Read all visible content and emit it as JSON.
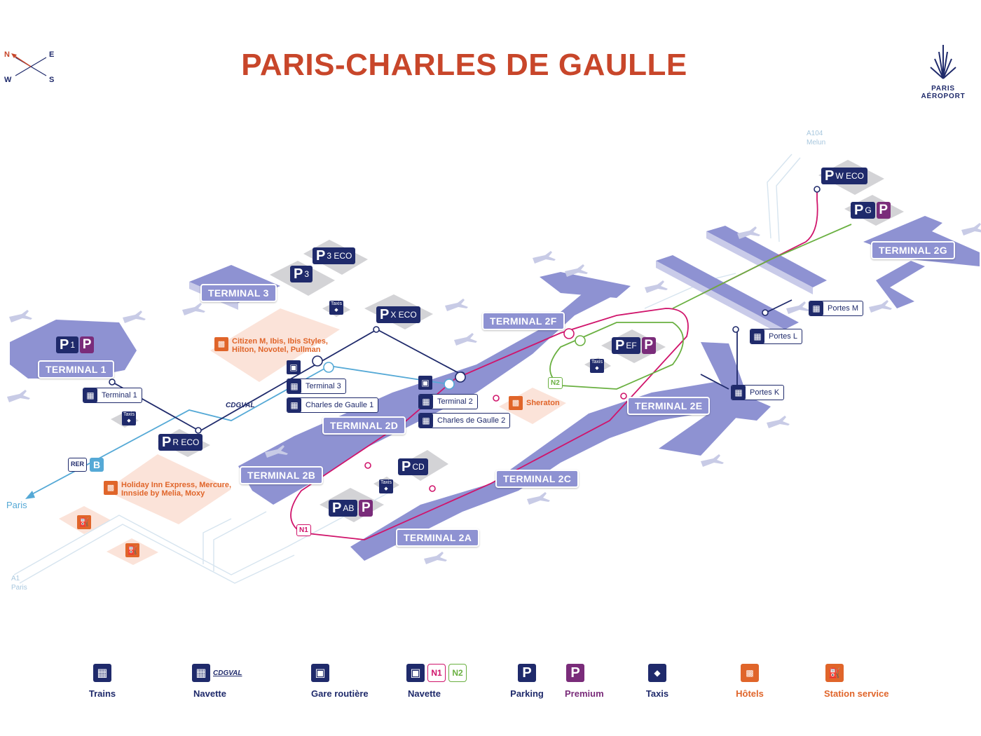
{
  "title": "PARIS-CHARLES DE GAULLE",
  "logo_text": "PARIS AÉROPORT",
  "compass": {
    "n": "N",
    "e": "E",
    "w": "W",
    "s": "S"
  },
  "terminals": {
    "t1": "TERMINAL 1",
    "t3": "TERMINAL 3",
    "t2a": "TERMINAL 2A",
    "t2b": "TERMINAL 2B",
    "t2c": "TERMINAL 2C",
    "t2d": "TERMINAL 2D",
    "t2e": "TERMINAL 2E",
    "t2f": "TERMINAL 2F",
    "t2g": "TERMINAL 2G"
  },
  "stops": {
    "terminal1": "Terminal 1",
    "terminal3": "Terminal 3",
    "cdg1": "Charles de Gaulle 1",
    "terminal2": "Terminal 2",
    "cdg2": "Charles de Gaulle 2",
    "portesM": "Portes M",
    "portesL": "Portes L",
    "portesK": "Portes K"
  },
  "parkings": {
    "p1": {
      "letter": "P",
      "sub": "1"
    },
    "p3eco": {
      "letter": "P",
      "sub": "3 ECO"
    },
    "p3": {
      "letter": "P",
      "sub": "3"
    },
    "pxeco": {
      "letter": "P",
      "sub": "X ECO"
    },
    "preco": {
      "letter": "P",
      "sub": "R ECO"
    },
    "pef": {
      "letter": "P",
      "sub": "EF"
    },
    "pcd": {
      "letter": "P",
      "sub": "CD"
    },
    "pab": {
      "letter": "P",
      "sub": "AB"
    },
    "pweco": {
      "letter": "P",
      "sub": "W ECO"
    },
    "pg": {
      "letter": "P",
      "sub": "G"
    },
    "premium": "P"
  },
  "hotels": {
    "h1_line1": "Citizen M,  Ibis, Ibis Styles,",
    "h1_line2": "Hilton, Novotel, Pullman",
    "h2_line1": "Holiday Inn Express, Mercure,",
    "h2_line2": "Innside by Melia, Moxy",
    "sheraton": "Sheraton"
  },
  "labels": {
    "cdgval": "CDGVAL",
    "rer": "RER",
    "rer_line": "B",
    "paris": "Paris",
    "a1": "A1",
    "a1_paris": "Paris",
    "a104": "A104",
    "melun": "Melun",
    "n1": "N1",
    "n2": "N2",
    "taxis": "Taxis"
  },
  "legend": {
    "trains": "Trains",
    "navette_cdgval": "Navette",
    "cdgval": "CDGVAL",
    "gare": "Gare routière",
    "navette": "Navette",
    "n1": "N1",
    "n2": "N2",
    "parking": "Parking",
    "premium": "Premium",
    "taxis": "Taxis",
    "hotels": "Hôtels",
    "station": "Station service"
  },
  "colors": {
    "title": "#c8462a",
    "navy": "#1f2a6b",
    "terminal": "#8e92d2",
    "premium": "#7a2c7a",
    "hotel": "#e0652a",
    "n1": "#d0146b",
    "n2": "#6ab041",
    "cdgval": "#55a9d6"
  }
}
